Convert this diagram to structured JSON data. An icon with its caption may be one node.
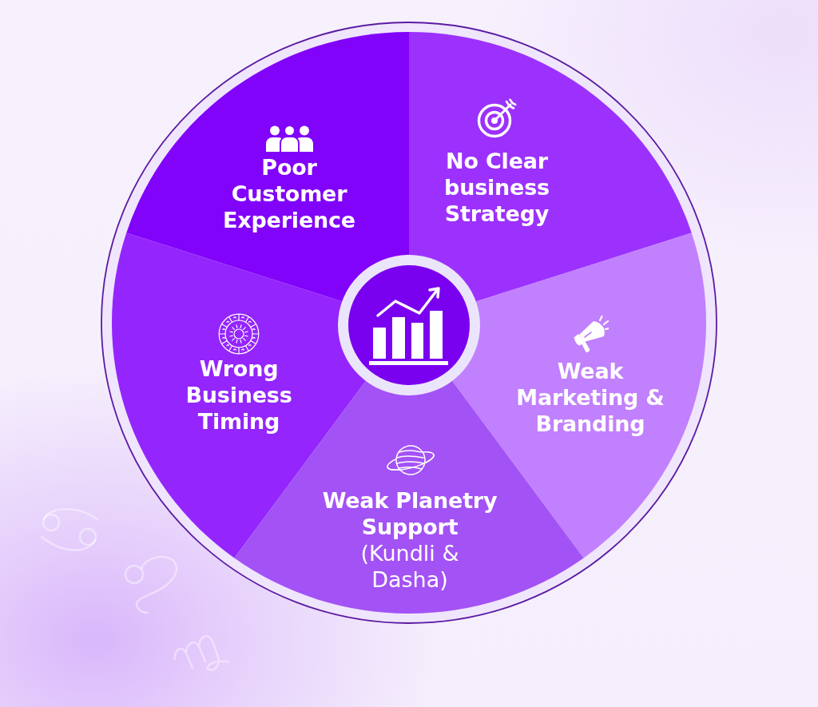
{
  "diagram": {
    "nodes": [
      {
        "text": [
          "Poor Customer Experience"
        ]
      },
      {
        "text": [
          "No Clear business Strategy"
        ]
      },
      {
        "text": [
          "Wrong Business Timing"
        ]
      },
      {
        "text": [
          "Weak Marketing & Branding"
        ]
      },
      {
        "text": [
          "Weak Planetry Support",
          "(Kundli & Dasha)"
        ]
      },
      {
        "text": [],
        "shape": "circle"
      }
    ]
  }
}
